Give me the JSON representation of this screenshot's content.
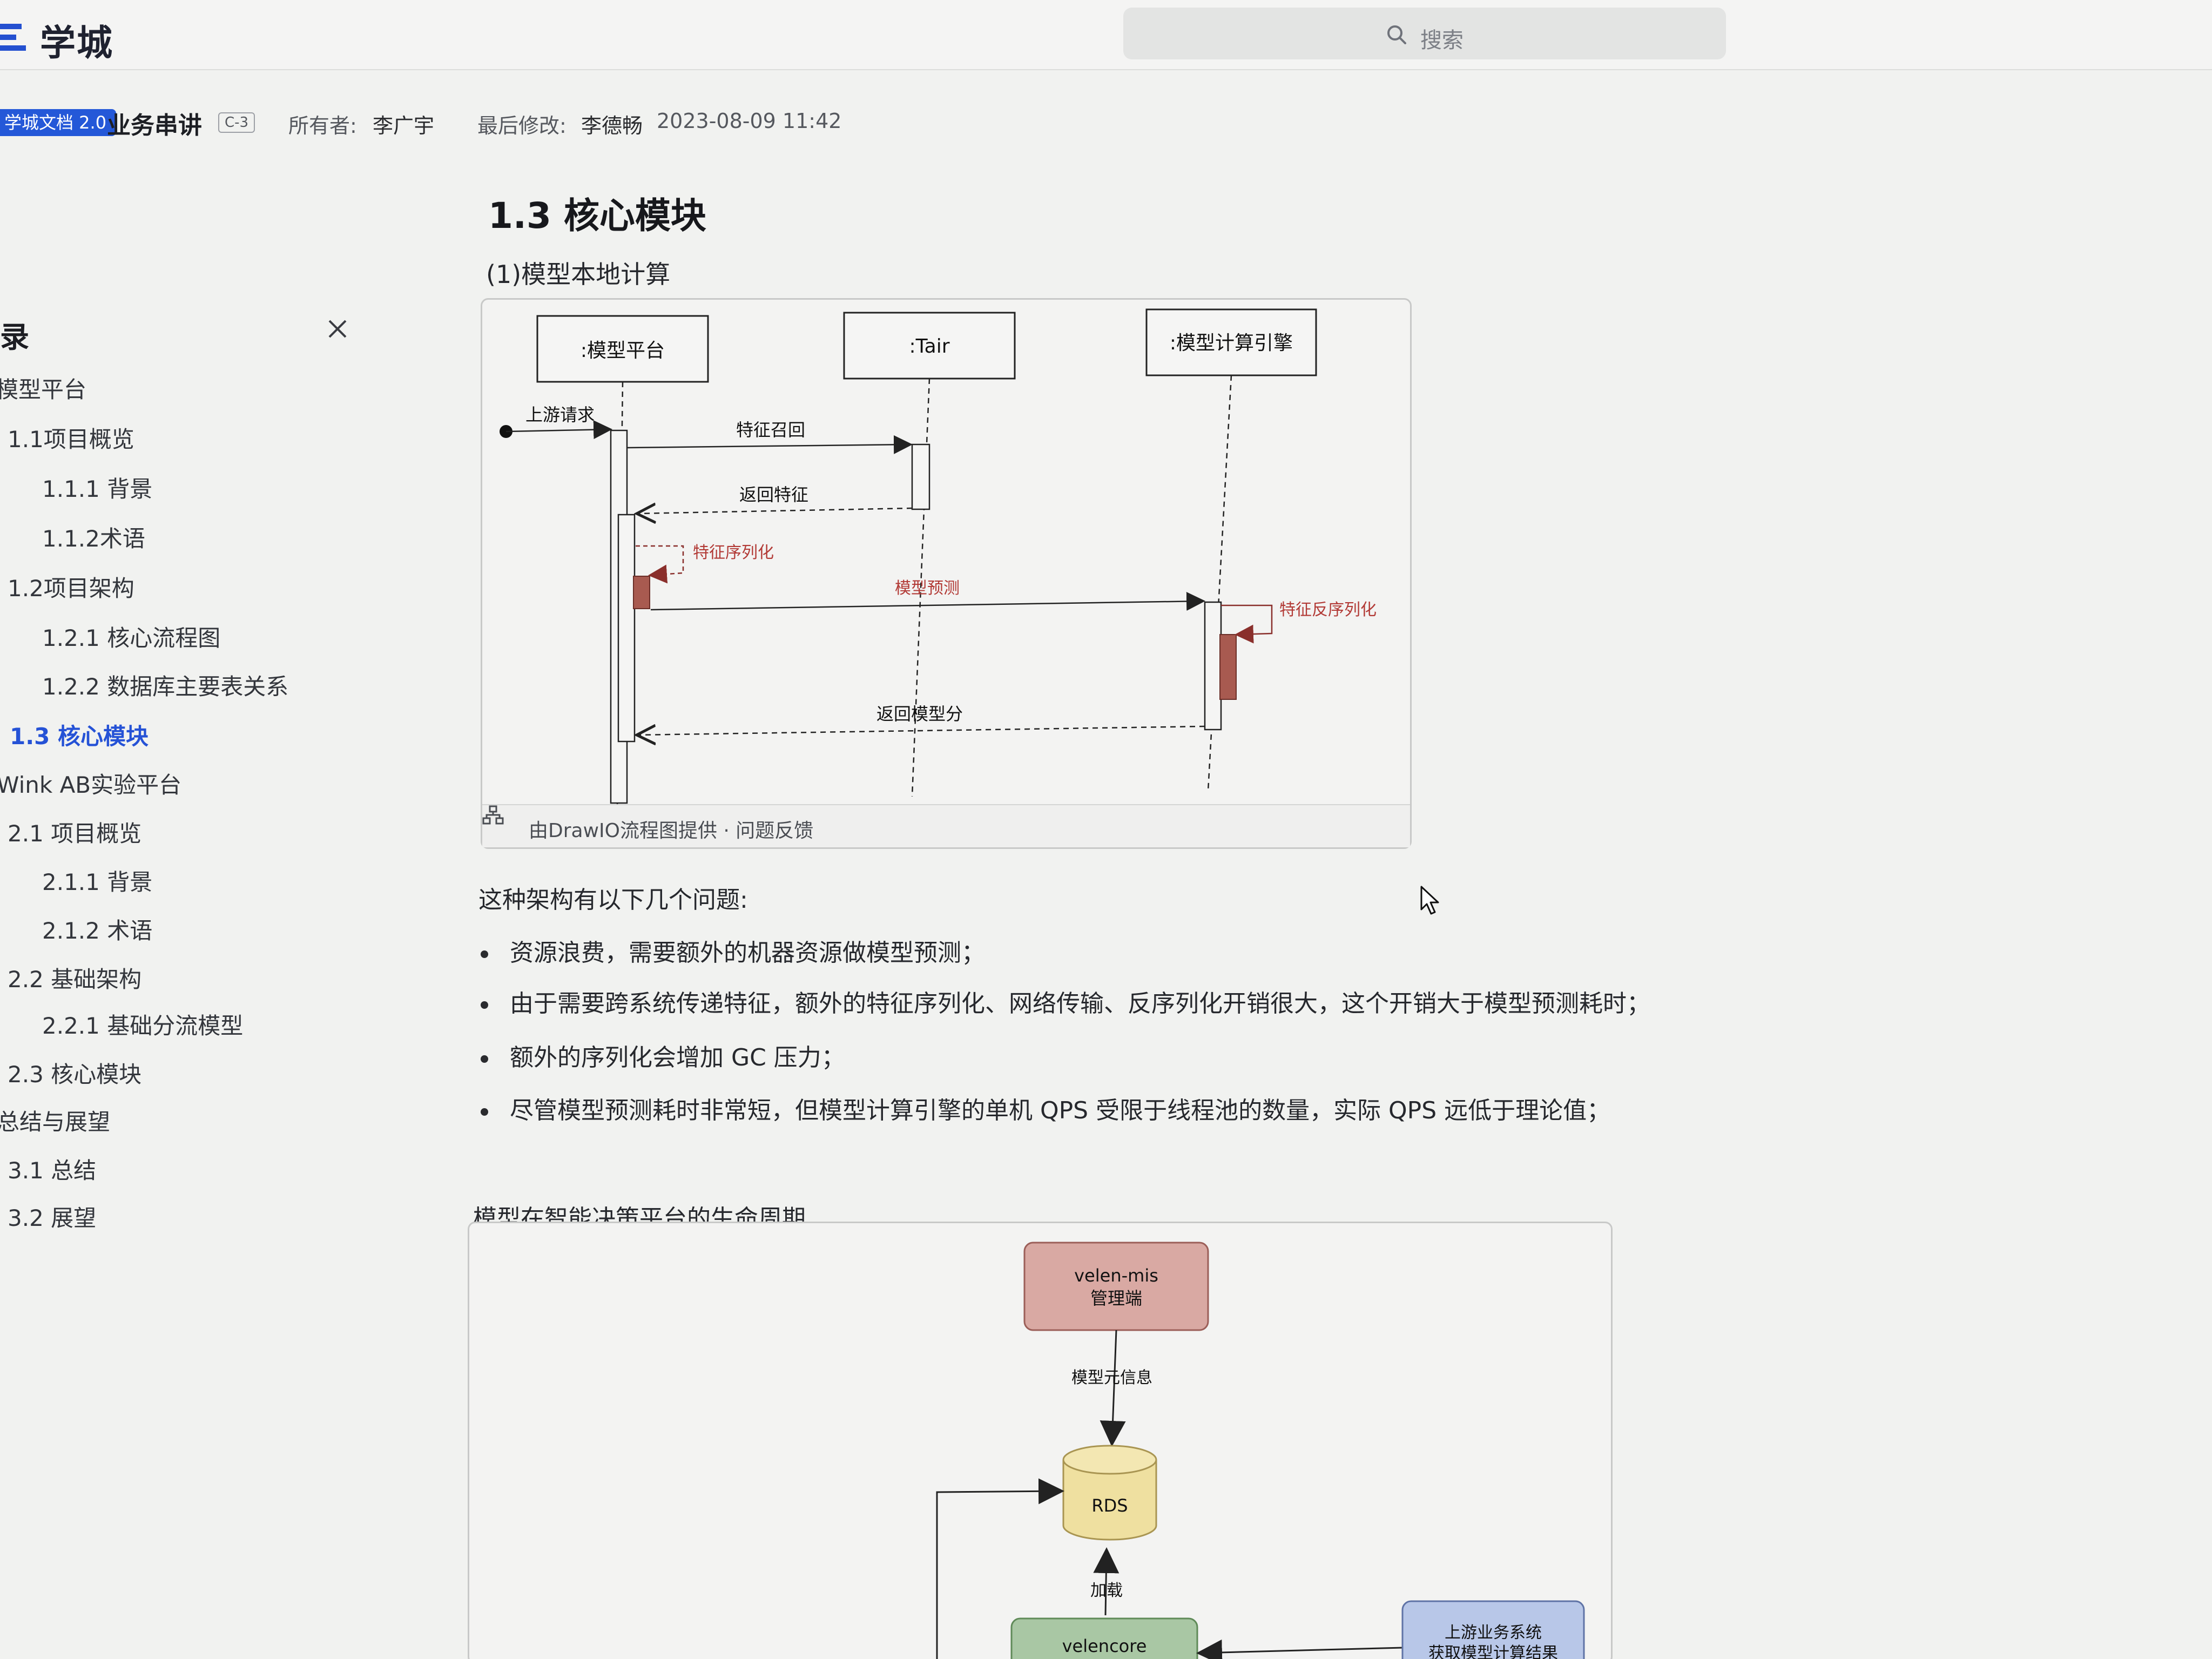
{
  "app": {
    "logo_text": "学城",
    "search_placeholder": "搜索"
  },
  "meta": {
    "doc_badge": "学城文档 2.0",
    "breadcrumb": "业务串讲",
    "level_tag": "C-3",
    "owner_label": "所有者:",
    "owner": "李广宇",
    "modified_label": "最后修改:",
    "modified_by": "李德畅",
    "modified_time": "2023-08-09 11:42"
  },
  "toc": {
    "title": "录",
    "items": [
      {
        "label": "模型平台"
      },
      {
        "label": "1.1项目概览"
      },
      {
        "label": "1.1.1 背景"
      },
      {
        "label": "1.1.2术语"
      },
      {
        "label": "1.2项目架构"
      },
      {
        "label": "1.2.1 核心流程图"
      },
      {
        "label": "1.2.2 数据库主要表关系"
      },
      {
        "label": "1.3 核心模块"
      },
      {
        "label": "Wink AB实验平台"
      },
      {
        "label": "2.1 项目概览"
      },
      {
        "label": "2.1.1 背景"
      },
      {
        "label": "2.1.2 术语"
      },
      {
        "label": "2.2 基础架构"
      },
      {
        "label": "2.2.1 基础分流模型"
      },
      {
        "label": "2.3 核心模块"
      },
      {
        "label": "总结与展望"
      },
      {
        "label": "3.1 总结"
      },
      {
        "label": "3.2 展望"
      }
    ]
  },
  "content": {
    "title": "1.3 核心模块",
    "subtitle": "(1)模型本地计算",
    "diagram1": {
      "lane_model_platform": ":模型平台",
      "lane_tair": ":Tair",
      "lane_engine": ":模型计算引擎",
      "upstream": "上游请求",
      "feature_recall": "特征召回",
      "return_feature": "返回特征",
      "feature_serialize": "特征序列化",
      "model_predict": "模型预测",
      "feature_deserialize": "特征反序列化",
      "return_score": "返回模型分",
      "footer": "由DrawIO流程图提供 · 问题反馈"
    },
    "problems_intro": "这种架构有以下几个问题:",
    "bullets": [
      "资源浪费，需要额外的机器资源做模型预测；",
      "由于需要跨系统传递特征，额外的特征序列化、网络传输、反序列化开销很大，这个开销大于模型预测耗时；",
      "额外的序列化会增加 GC 压力；",
      "尽管模型预测耗时非常短，但模型计算引擎的单机 QPS 受限于线程池的数量，实际 QPS 远低于理论值；"
    ],
    "subtitle2": "模型在智能决策平台的生命周期",
    "diagram2": {
      "mis_line1": "velen-mis",
      "mis_line2": "管理端",
      "meta_info": "模型元信息",
      "rds": "RDS",
      "load": "加载",
      "velencore": "velencore",
      "upstream_line1": "上游业务系统",
      "upstream_line2": "获取模型计算结果"
    }
  },
  "colors": {
    "accent": "#2552d6",
    "badge": "#2458d8",
    "highlight_red": "#b23a36",
    "mis_fill": "#d9a9a3",
    "rds_fill": "#efe0a0",
    "velencore_fill": "#a9c7a4",
    "upstream_fill": "#b8c7e8"
  },
  "icons": [
    "logo-icon",
    "search-icon",
    "close-icon",
    "drawio-icon",
    "cursor-icon"
  ]
}
